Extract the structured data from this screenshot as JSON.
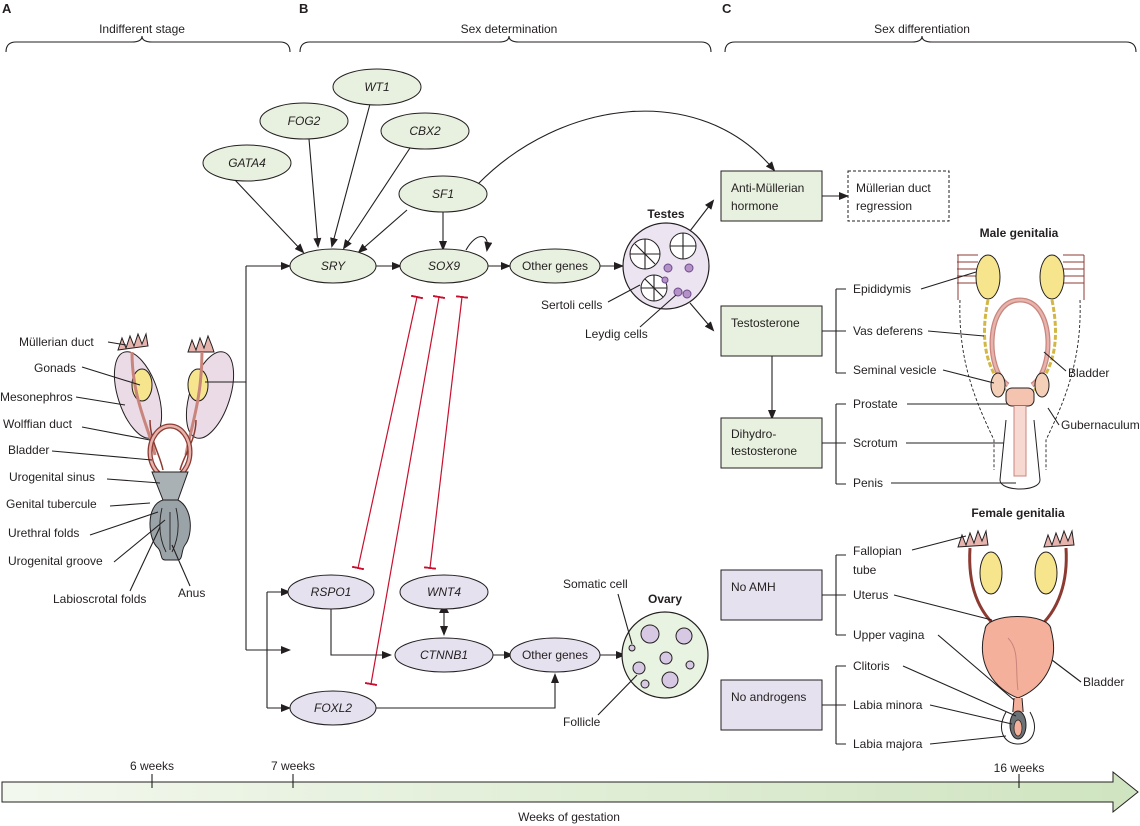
{
  "panels": {
    "a": {
      "letter": "A",
      "title": "Indifferent stage"
    },
    "b": {
      "letter": "B",
      "title": "Sex determination"
    },
    "c": {
      "letter": "C",
      "title": "Sex differentiation"
    }
  },
  "genes": {
    "wt1": "WT1",
    "fog2": "FOG2",
    "cbx2": "CBX2",
    "gata4": "GATA4",
    "sf1": "SF1",
    "sry": "SRY",
    "sox9": "SOX9",
    "other_male": "Other genes",
    "rspo1": "RSPO1",
    "wnt4": "WNT4",
    "ctnnb1": "CTNNB1",
    "other_female": "Other genes",
    "foxl2": "FOXL2"
  },
  "indifferent_labels": {
    "mullerian_duct": "Müllerian duct",
    "gonads": "Gonads",
    "mesonephros": "Mesonephros",
    "wolffian_duct": "Wolffian duct",
    "bladder": "Bladder",
    "urogenital_sinus": "Urogenital sinus",
    "genital_tubercule": "Genital tubercule",
    "urethral_folds": "Urethral folds",
    "urogenital_groove": "Urogenital groove",
    "labioscrotal_folds": "Labioscrotal folds",
    "anus": "Anus"
  },
  "testes": {
    "title": "Testes",
    "sertoli": "Sertoli cells",
    "leydig": "Leydig cells"
  },
  "ovary": {
    "title": "Ovary",
    "somatic": "Somatic cell",
    "follicle": "Follicle"
  },
  "male_boxes": {
    "amh_1": "Anti-Müllerian",
    "amh_2": "hormone",
    "regression_1": "Müllerian duct",
    "regression_2": "regression",
    "testosterone": "Testosterone",
    "dht_1": "Dihydro-",
    "dht_2": "testosterone"
  },
  "female_boxes": {
    "no_amh": "No AMH",
    "no_androgens": "No androgens"
  },
  "male_genitalia": {
    "title": "Male genitalia",
    "epididymis": "Epididymis",
    "vas_deferens": "Vas deferens",
    "seminal_vesicle": "Seminal vesicle",
    "bladder": "Bladder",
    "prostate": "Prostate",
    "gubernaculum": "Gubernaculum",
    "scrotum": "Scrotum",
    "penis": "Penis"
  },
  "female_genitalia": {
    "title": "Female genitalia",
    "fallopian_1": "Fallopian",
    "fallopian_2": "tube",
    "uterus": "Uterus",
    "upper_vagina": "Upper vagina",
    "clitoris": "Clitoris",
    "labia_minora": "Labia minora",
    "labia_majora": "Labia majora",
    "bladder": "Bladder"
  },
  "timeline": {
    "t6": "6 weeks",
    "t7": "7 weeks",
    "t16": "16 weeks",
    "axis_label": "Weeks of gestation"
  },
  "colors": {
    "gene_male": "#e8f1df",
    "gene_female": "#e6e1ef",
    "box_male": "#e8f1df",
    "box_female": "#e6e1ef",
    "inhibition": "#c8102e",
    "gonad": "#f6e58d",
    "duct": "#e7b3ad",
    "mesonephros": "#eadbe6",
    "sinus": "#a9b1b5"
  }
}
